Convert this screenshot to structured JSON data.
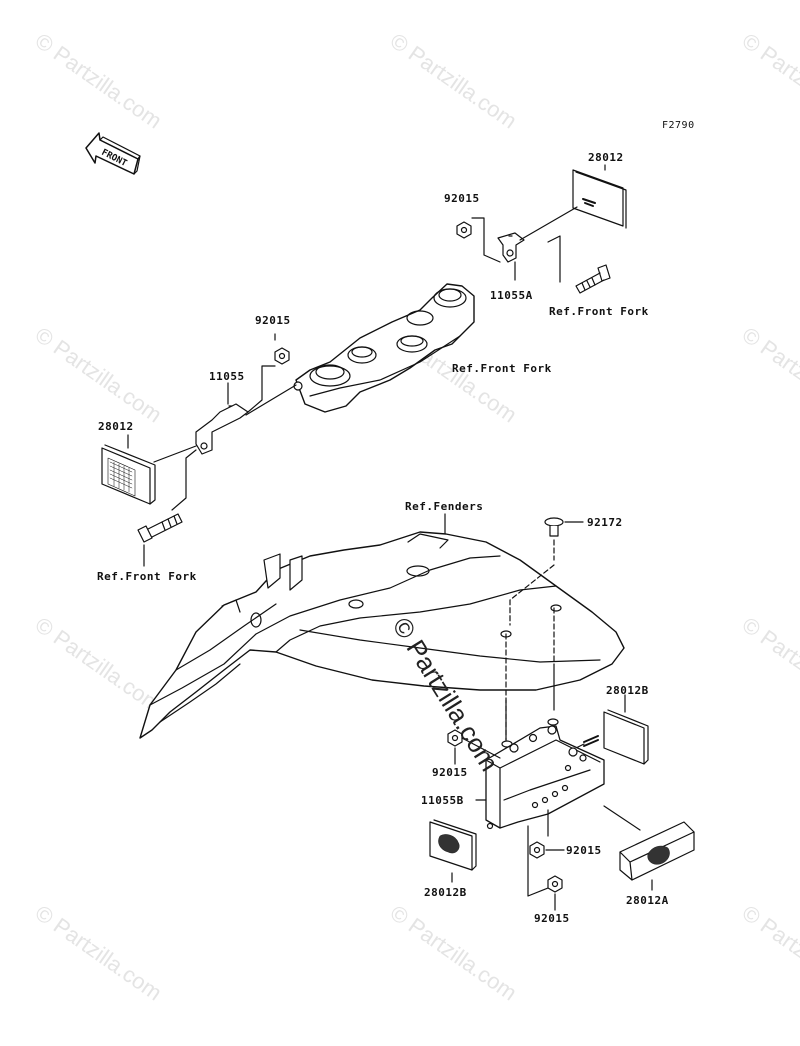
{
  "figure_code": "F2790",
  "watermark": "© Partzilla.com",
  "center_watermark": "© Partzilla.com",
  "front_arrow_label": "FRONT",
  "labels": {
    "p28012_top": "28012",
    "p92015_top": "92015",
    "p11055A": "11055A",
    "ref_front_fork_top_right": "Ref.Front Fork",
    "p92015_mid": "92015",
    "p11055": "11055",
    "ref_front_fork_mid": "Ref.Front Fork",
    "p28012_left": "28012",
    "ref_front_fork_left": "Ref.Front Fork",
    "ref_fenders": "Ref.Fenders",
    "p92172": "92172",
    "p28012B_right": "28012B",
    "p92015_bracket": "92015",
    "p11055B": "11055B",
    "p92015_lower_right": "92015",
    "p28012B_left": "28012B",
    "p92015_bottom": "92015",
    "p28012A": "28012A"
  }
}
